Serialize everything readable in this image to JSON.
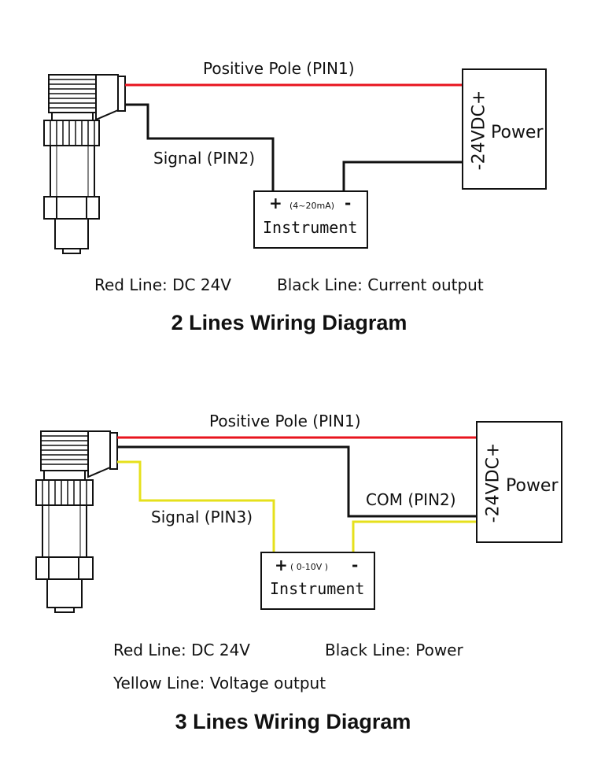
{
  "diagram1": {
    "title": "2 Lines Wiring Diagram",
    "wire_positive": "Positive Pole  (PIN1)",
    "wire_signal": "Signal  (PIN2)",
    "power_voltage": "-24VDC+",
    "power_label": "Power",
    "instrument_plus": "+",
    "instrument_range": "(4~20mA)",
    "instrument_minus": "-",
    "instrument_label": "Instrument",
    "legend_red": "Red Line: DC 24V",
    "legend_black": "Black Line: Current output"
  },
  "diagram2": {
    "title": "3 Lines Wiring Diagram",
    "wire_positive": "Positive Pole  (PIN1)",
    "wire_com": "COM  (PIN2)",
    "wire_signal": "Signal  (PIN3)",
    "power_voltage": "-24VDC+",
    "power_label": "Power",
    "instrument_plus": "+",
    "instrument_range": "( 0-10V  )",
    "instrument_minus": "-",
    "instrument_label": "Instrument",
    "legend_red": "Red Line: DC 24V",
    "legend_black": "Black Line: Power",
    "legend_yellow": "Yellow Line: Voltage output"
  },
  "colors": {
    "red_wire": "#e8141e",
    "black_wire": "#111111",
    "yellow_wire": "#e6e01c"
  }
}
